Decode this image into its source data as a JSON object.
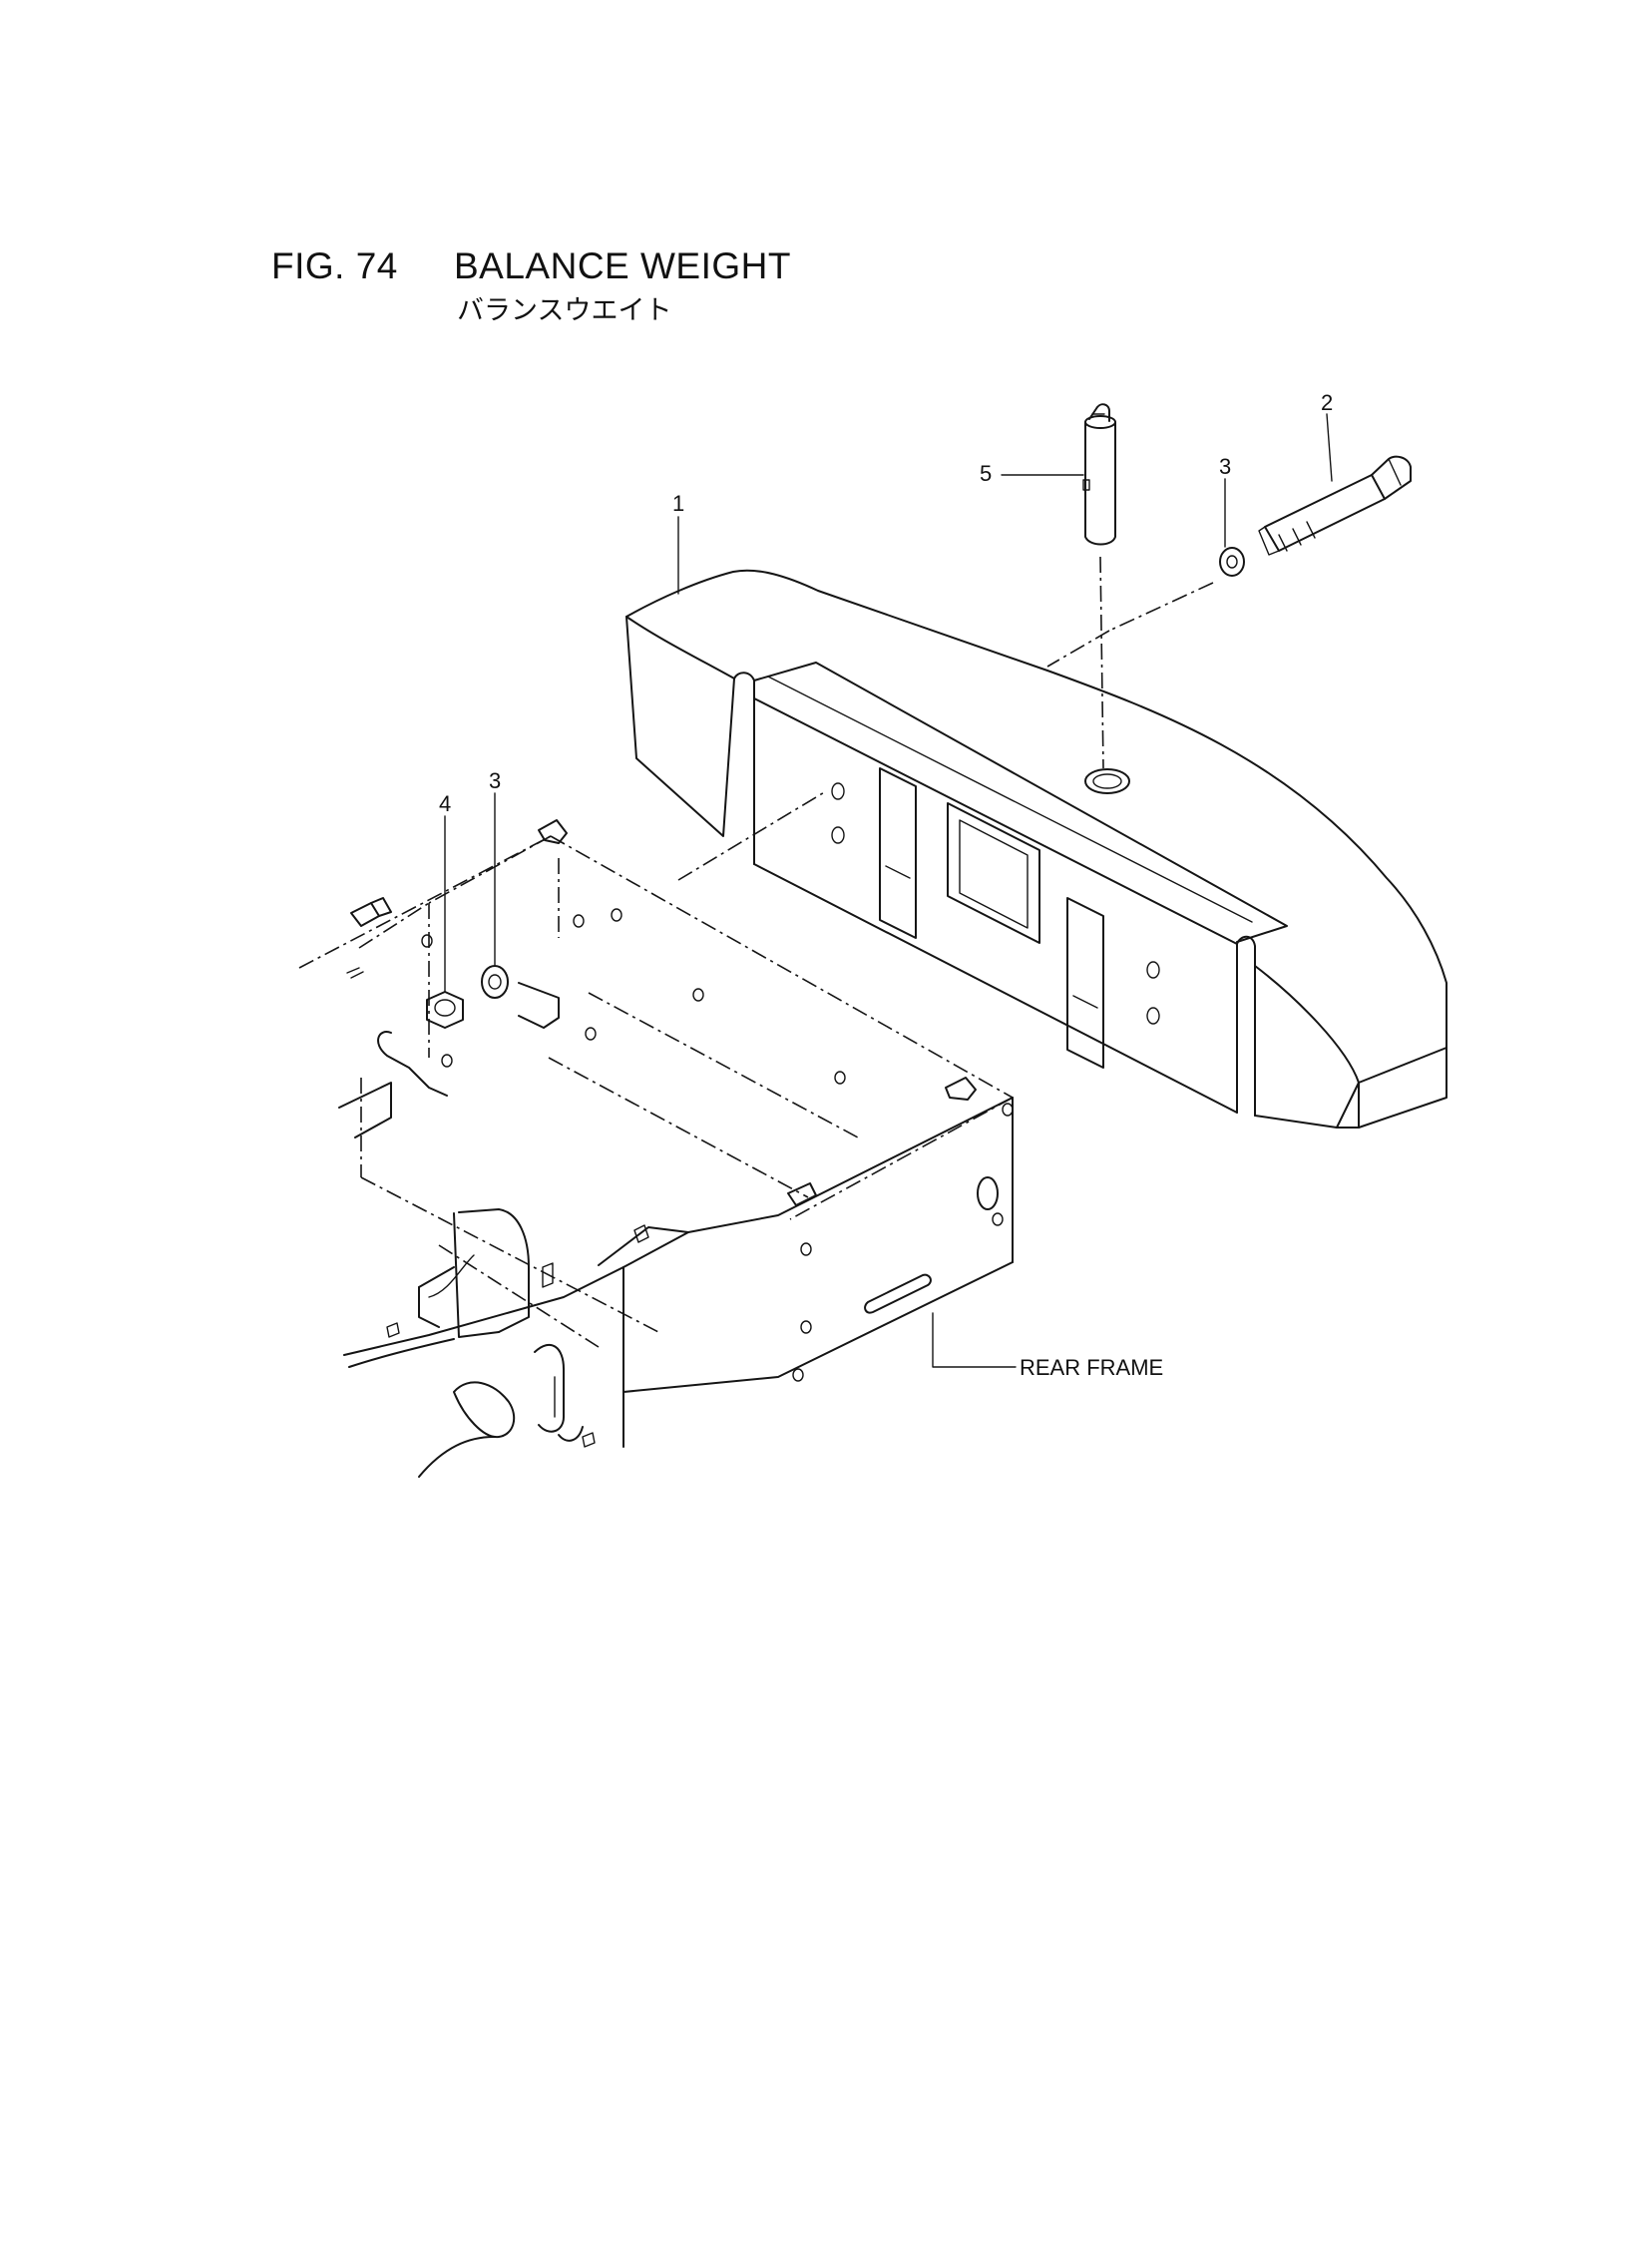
{
  "figure": {
    "number": "FIG. 74",
    "title": "BALANCE WEIGHT",
    "subtitle": "バランスウエイト"
  },
  "callouts": [
    {
      "id": "1",
      "label": "1"
    },
    {
      "id": "2",
      "label": "2"
    },
    {
      "id": "3a",
      "label": "3"
    },
    {
      "id": "3b",
      "label": "3"
    },
    {
      "id": "4",
      "label": "4"
    },
    {
      "id": "5",
      "label": "5"
    }
  ],
  "annotations": {
    "rear_frame": "REAR FRAME"
  }
}
